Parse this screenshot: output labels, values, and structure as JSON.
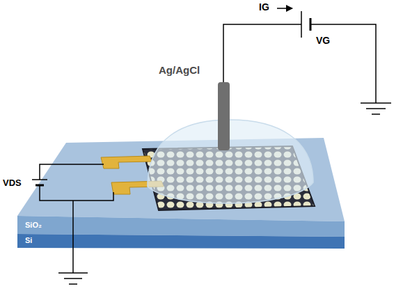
{
  "diagram": {
    "labels": [
      "IG",
      "VG",
      "Ag/AgCl",
      "VDS",
      "SiO₂",
      "Si"
    ]
  }
}
